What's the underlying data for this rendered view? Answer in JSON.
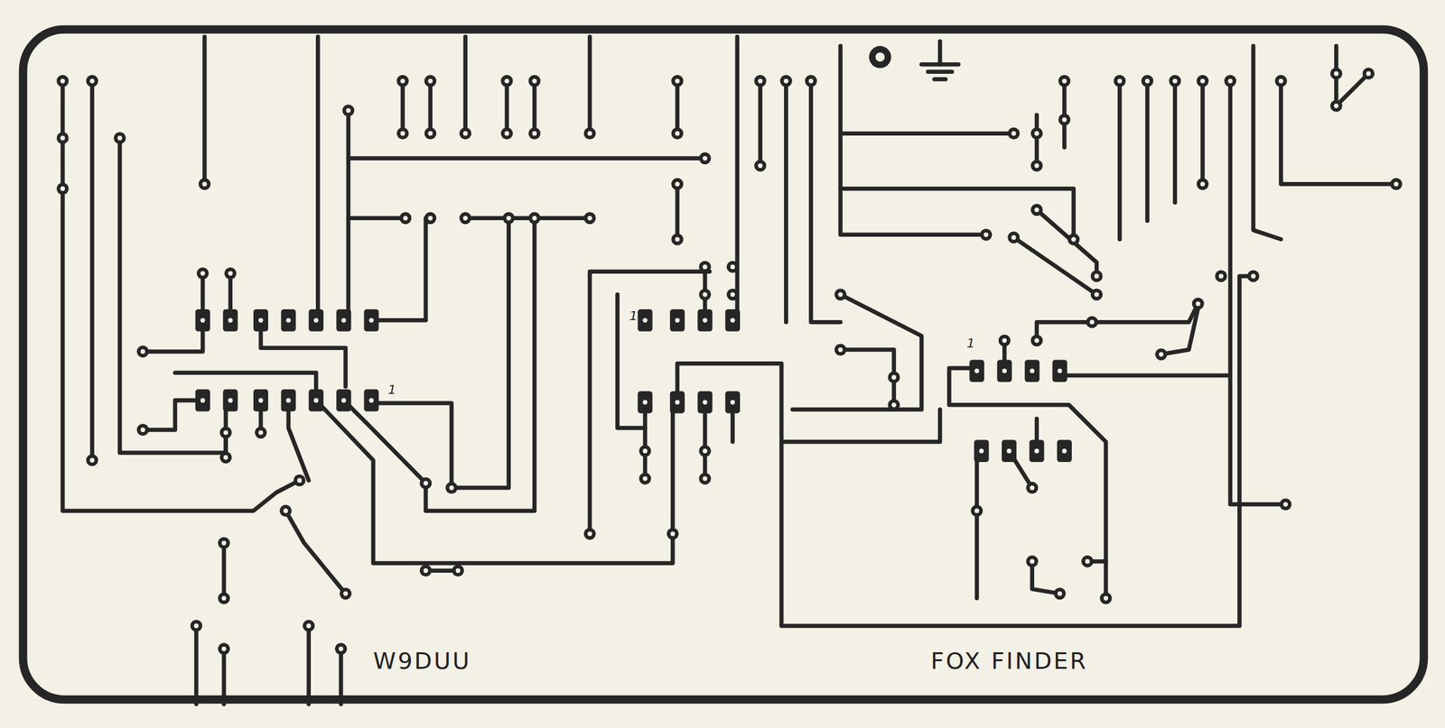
{
  "diagram": {
    "labels": [
      "1",
      "1",
      "1",
      "W9DUU",
      "FOX FINDER"
    ]
  }
}
